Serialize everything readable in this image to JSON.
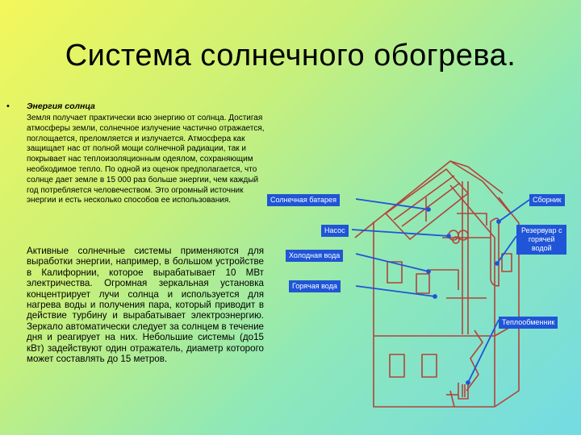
{
  "slide": {
    "title": "Система солнечного обогрева.",
    "bullet": "•",
    "heading": "Энергия солнца",
    "paragraph1": "Земля получает практически всю энергию от солнца. Достигая атмосферы земли, солнечное излучение частично отражается, поглощается, преломляется и излучается. Атмосфера как защищает нас от полной мощи солнечной радиации, так и покрывает нас теплоизоляционным одеялом, сохраняющим необходимое тепло. По одной из оценок предполагается, что солнце дает земле в 15 000 раз больше энергии, чем каждый год потребляется человечеством. Это огромный источник энергии и есть несколько способов ее использования.",
    "paragraph2": "Активные солнечные системы применяются для выработки энергии, например, в большом устройстве в Калифорнии, которое вырабатывает 10 МВт электричества. Огромная зеркальная установка концентрирует лучи солнца и используется для нагрева воды и получения пара, который приводит в действие турбину и вырабатывает электроэнергию. Зеркало автоматически следует за солнцем в течение дня и реагирует на них. Небольшие системы (до15 кВт) задействуют один отражатель, диаметр которого может составлять до 15 метров."
  },
  "diagram": {
    "labels": {
      "solar_panel": "Солнечная батарея",
      "collector": "Сборник",
      "pump": "Насос",
      "reservoir_line1": "Резервуар с",
      "reservoir_line2": "горячей",
      "reservoir_line3": "водой",
      "cold_water": "Холодная вода",
      "hot_water": "Горячая вода",
      "heat_exchanger": "Теплообменник"
    },
    "colors": {
      "label_bg": "#1f55d6",
      "house_line": "#b4423a",
      "pointer": "#1f55d6"
    }
  }
}
